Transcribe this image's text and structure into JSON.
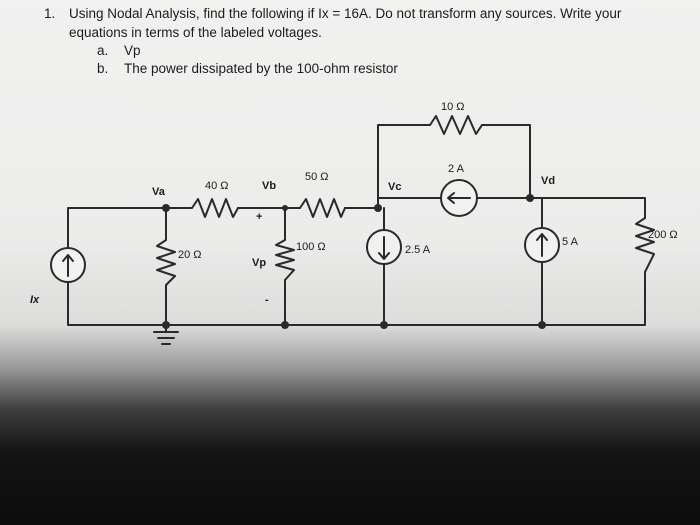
{
  "problem": {
    "number": "1.",
    "line1": "Using Nodal Analysis, find the following if Ix = 16A.  Do not transform any sources.  Write your",
    "line2": "equations in terms of the labeled voltages.",
    "item_a_marker": "a.",
    "item_a_text": "Vp",
    "item_b_marker": "b.",
    "item_b_text": "The power dissipated by the 100-ohm resistor"
  },
  "circuit": {
    "current_source_label": "Ix",
    "nodes": {
      "va": "Va",
      "vb": "Vb",
      "vc": "Vc",
      "vd": "Vd",
      "vp": "Vp"
    },
    "polarity_plus": "+",
    "polarity_minus": "-",
    "resistors": {
      "r10": "10 Ω",
      "r40": "40 Ω",
      "r50": "50 Ω",
      "r20": "20 Ω",
      "r100": "100 Ω",
      "r200": "200 Ω"
    },
    "sources": {
      "s2": "2 A",
      "s25": "2.5 A",
      "s5": "5 A"
    }
  }
}
